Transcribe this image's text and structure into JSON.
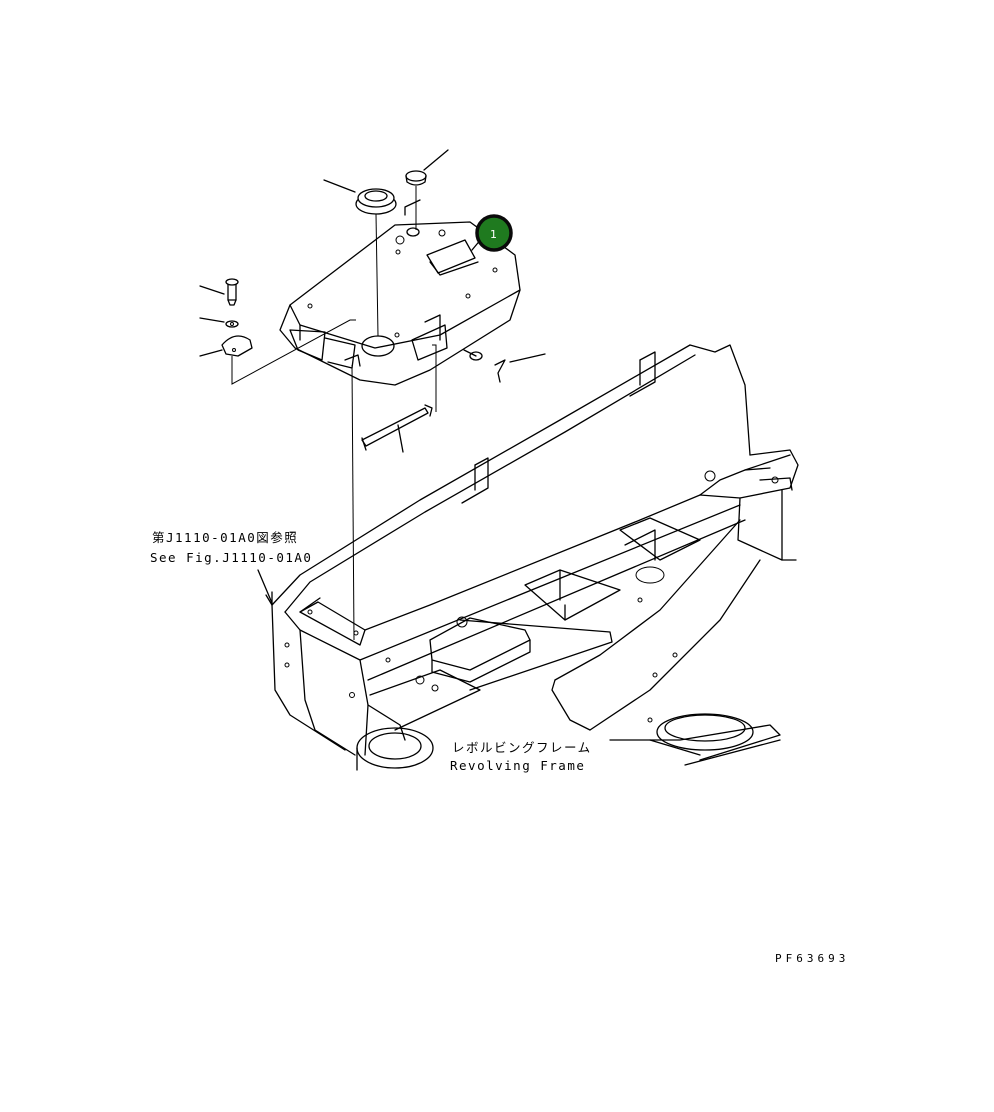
{
  "callout": {
    "number": "1",
    "color": "#1f7a1f",
    "ring_color": "#0a0a0a"
  },
  "labels": {
    "see_fig_jp": "第J1110-01A0図参照",
    "see_fig_en": "See Fig.J1110-01A0",
    "frame_jp": "レボルビングフレーム",
    "frame_en": "Revolving Frame"
  },
  "drawing_code": "PF63693"
}
